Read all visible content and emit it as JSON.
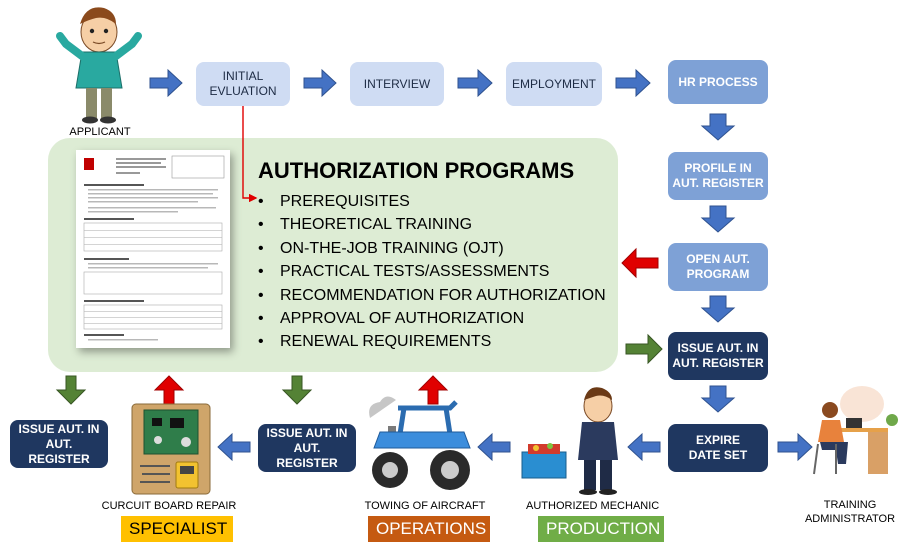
{
  "steps": {
    "initial": "INITIAL\nEVLUATION",
    "interview": "INTERVIEW",
    "employment": "EMPLOYMENT",
    "hr": "HR PROCESS",
    "profile": "PROFILE IN\nAUT. REGISTER",
    "open": "OPEN AUT.\nPROGRAM",
    "issue_right": "ISSUE AUT. IN\nAUT. REGISTER",
    "expire": "EXPIRE\nDATE SET",
    "issue_mid": "ISSUE AUT. IN\nAUT. REGISTER",
    "issue_left": "ISSUE AUT. IN\nAUT. REGISTER"
  },
  "authorization": {
    "title": "AUTHORIZATION PROGRAMS",
    "items": [
      "PREREQUISITES",
      "THEORETICAL TRAINING",
      "ON-THE-JOB TRAINING (OJT)",
      "PRACTICAL TESTS/ASSESSMENTS",
      "RECOMMENDATION FOR AUTHORIZATION",
      "APPROVAL OF AUTHORIZATION",
      "RENEWAL REQUIREMENTS"
    ],
    "bullet": "•"
  },
  "captions": {
    "applicant": "APPLICANT",
    "training_admin": "TRAINING\nADMINISTRATOR",
    "mechanic": "AUTHORIZED MECHANIC",
    "towing": "TOWING OF AIRCRAFT",
    "circuit": "CURCUIT BOARD REPAIR"
  },
  "badges": {
    "specialist": "SPECIALIST",
    "operations": "OPERATIONS",
    "production": "PRODUCTION"
  },
  "colors": {
    "arrow_blue": "#4472c4",
    "arrow_green": "#548235",
    "arrow_red": "#e00000",
    "specialist": "#ffc000",
    "operations": "#c55a11",
    "production": "#70ad47"
  }
}
